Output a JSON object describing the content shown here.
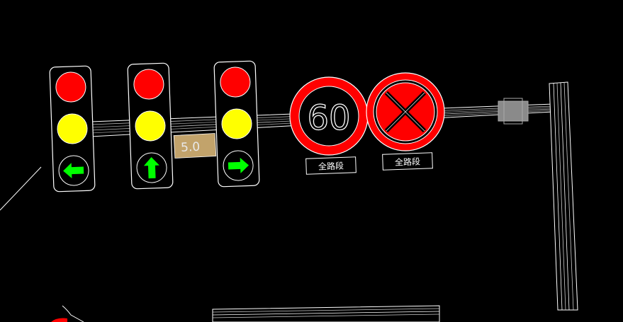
{
  "drawing": {
    "background": "#000000",
    "line_color": "#ffffff",
    "colors": {
      "red": "#ff0000",
      "yellow": "#ffff00",
      "green": "#00ff00",
      "plate": "#c2a36b",
      "gray": "#8a8a8a"
    }
  },
  "signals": [
    {
      "id": "signal-left",
      "lamps": [
        "red",
        "yellow",
        "arrow-left"
      ]
    },
    {
      "id": "signal-straight",
      "lamps": [
        "red",
        "yellow",
        "arrow-up"
      ]
    },
    {
      "id": "signal-right",
      "lamps": [
        "red",
        "yellow",
        "arrow-right"
      ]
    }
  ],
  "clearance_plate": {
    "text": "5.0"
  },
  "signs": {
    "speed_limit": {
      "value": "60",
      "caption": "全路段"
    },
    "no_stopping": {
      "caption": "全路段"
    }
  }
}
